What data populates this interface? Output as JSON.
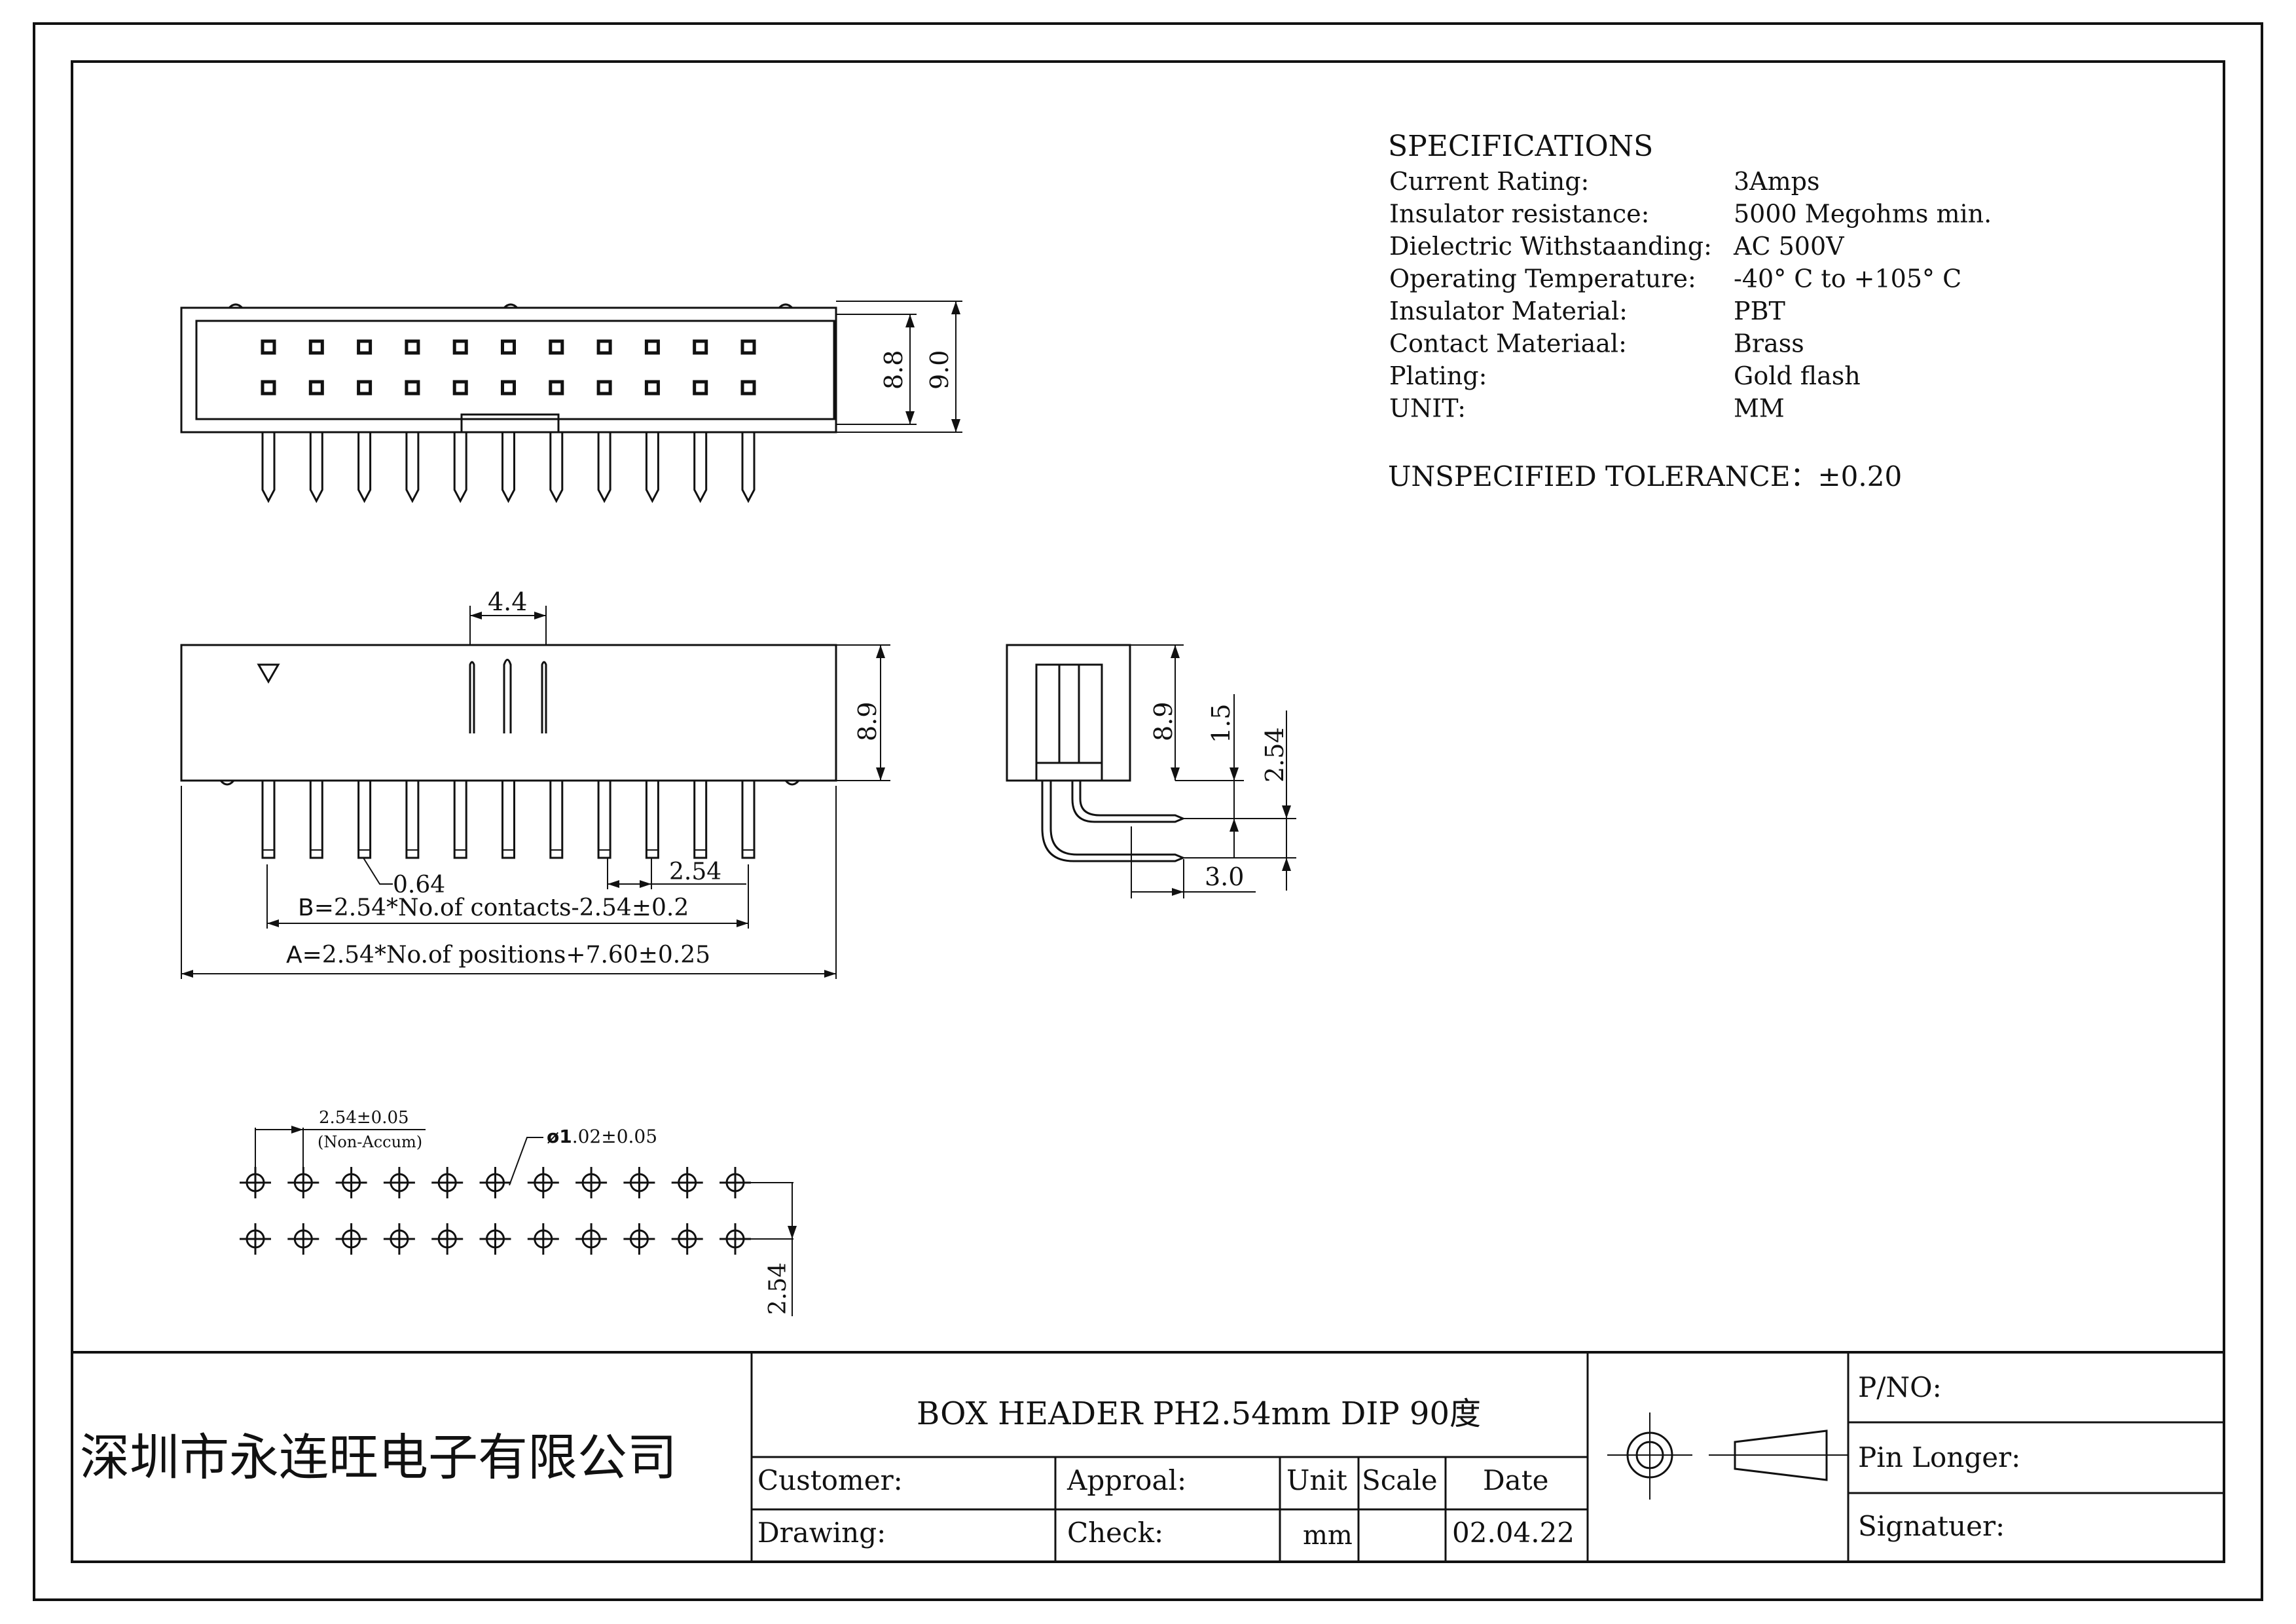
{
  "specifications": {
    "heading": "SPECIFICATIONS",
    "rows": [
      {
        "label": "Current Rating:",
        "value": "3Amps"
      },
      {
        "label": "Insulator resistance:",
        "value": "5000 Megohms min."
      },
      {
        "label": "Dielectric Withstaanding:",
        "value": "AC 500V"
      },
      {
        "label": "Operating Temperature:",
        "value": "-40° C to +105° C"
      },
      {
        "label": "Insulator Material:",
        "value": "PBT"
      },
      {
        "label": "Contact Materiaal:",
        "value": "Brass"
      },
      {
        "label": "Plating:",
        "value": "Gold flash"
      },
      {
        "label": "UNIT:",
        "value": "MM"
      }
    ],
    "tolerance": "UNSPECIFIED TOLERANCE：±0.20"
  },
  "dimensions": {
    "top_height_inner": "8.8",
    "top_height_outer": "9.0",
    "key_width": "4.4",
    "front_height": "8.9",
    "pin_width": "0.64",
    "pitch": "2.54",
    "formula_b_prefix": "B=",
    "formula_b": "2.54*No.of contacts-2.54±0.2",
    "formula_a_prefix": "A=",
    "formula_a": "2.54*No.of positions+7.60±0.25",
    "side_height": "8.9",
    "side_offset": "1.5",
    "side_pitch": "2.54",
    "side_length": "3.0",
    "pcb_pitch": "2.54±0.05",
    "pcb_pitch_note": "(Non-Accum)",
    "hole_diameter_symbol": "ø1",
    "hole_diameter": ".02±0.05",
    "pcb_row_pitch": "2.54"
  },
  "title_block": {
    "company": "深圳市永连旺电子有限公司",
    "title": "BOX HEADER PH2.54mm DIP 90度",
    "customer_label": "Customer:",
    "approval_label": "Approal:",
    "unit_label": "Unit",
    "scale_label": "Scale",
    "date_label": "Date",
    "drawing_label": "Drawing:",
    "check_label": "Check:",
    "unit_value": "mm",
    "date_value": "02.04.22",
    "pno_label": "P/NO:",
    "pin_longer_label": "Pin Longer:",
    "signature_label": "Signatuer:"
  },
  "drawing": {
    "pins_per_row": 11,
    "rows": 2
  }
}
